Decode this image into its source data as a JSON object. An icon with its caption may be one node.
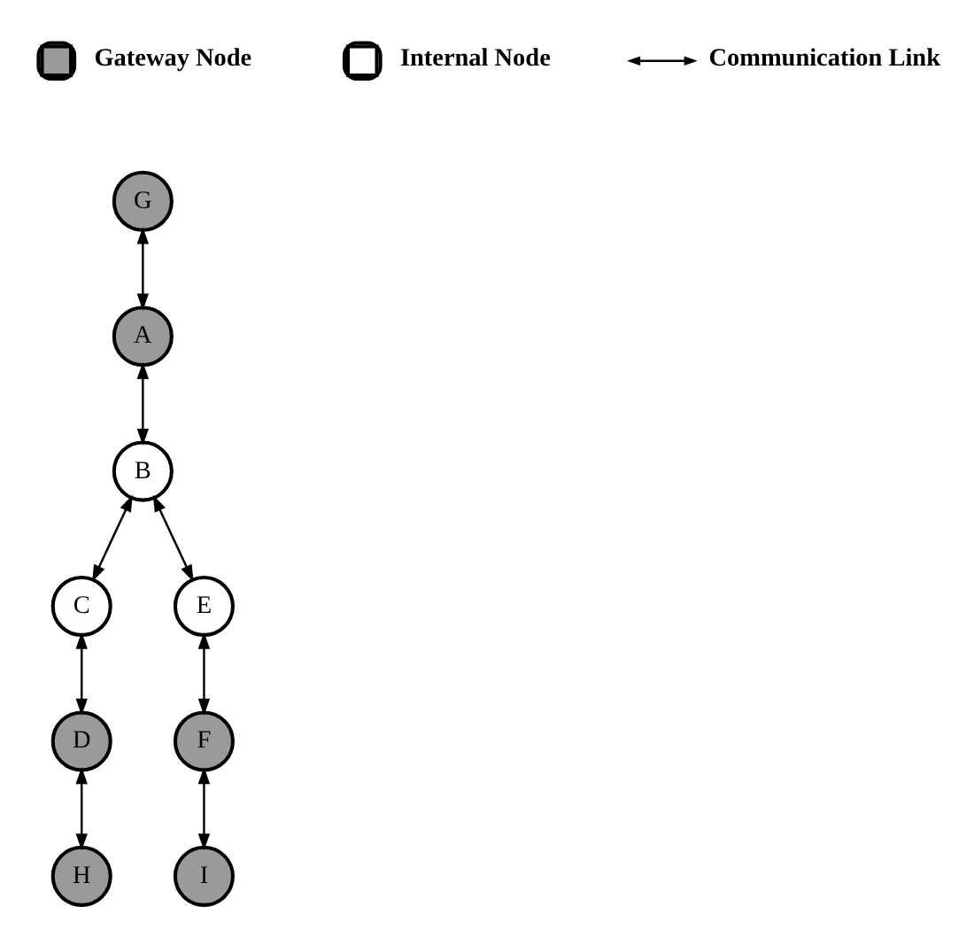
{
  "diagram": {
    "nodes": [
      {
        "text": [
          "G"
        ]
      },
      {
        "text": [
          "A"
        ]
      },
      {
        "text": [
          "B"
        ]
      },
      {
        "text": [
          "C"
        ]
      },
      {
        "text": [
          "D"
        ]
      },
      {
        "text": [
          "H"
        ]
      },
      {
        "text": [
          "E"
        ]
      },
      {
        "text": [
          "F"
        ]
      },
      {
        "text": [
          "I"
        ]
      }
    ],
    "edges": [
      {
        "from": 0,
        "to": 1,
        "arrow": "both"
      },
      {
        "from": 1,
        "to": 2,
        "arrow": "both"
      },
      {
        "from": 2,
        "to": 3,
        "arrow": "both"
      },
      {
        "from": 3,
        "to": 4,
        "arrow": "both"
      },
      {
        "from": 4,
        "to": 5,
        "arrow": "both"
      },
      {
        "from": 2,
        "to": 6,
        "arrow": "both"
      },
      {
        "from": 6,
        "to": 7,
        "arrow": "both"
      },
      {
        "from": 7,
        "to": 8,
        "arrow": "both"
      }
    ],
    "legend": [
      {
        "text": "Gateway Node"
      },
      {
        "text": "Internal Node"
      },
      {
        "text": "Communication Link"
      }
    ]
  }
}
